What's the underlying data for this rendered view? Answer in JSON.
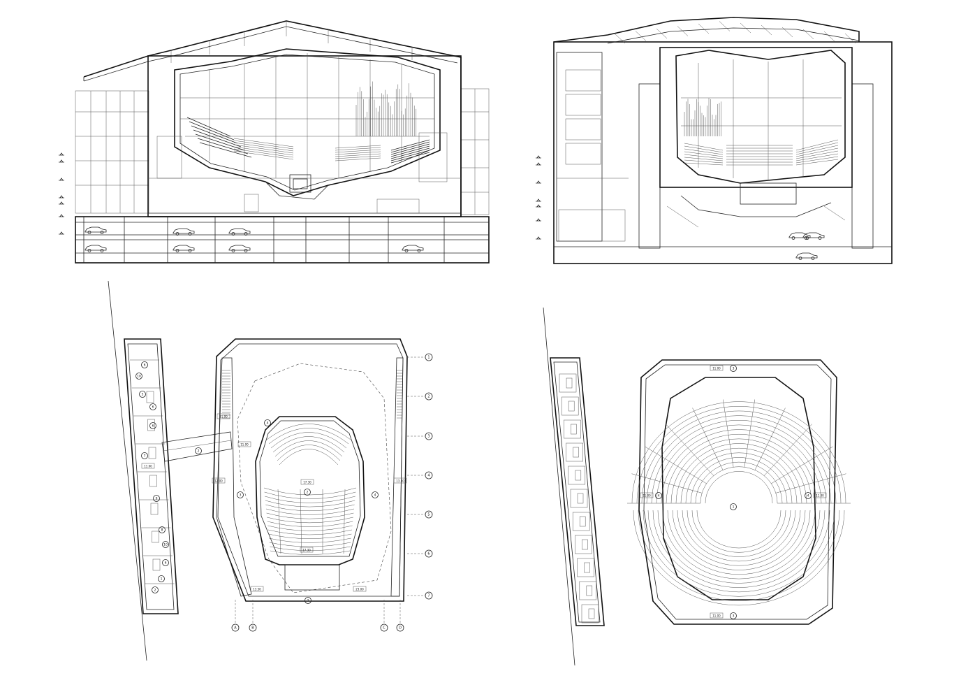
{
  "drawings": [
    {
      "id": "longitudinal-section",
      "type": "section"
    },
    {
      "id": "transverse-section",
      "type": "section"
    },
    {
      "id": "foyer-level-plan",
      "type": "plan"
    },
    {
      "id": "balcony-level-plan",
      "type": "plan"
    }
  ],
  "grid_axes": {
    "letters": [
      "A",
      "B",
      "C",
      "D"
    ],
    "numbers": [
      "1",
      "2",
      "3",
      "4",
      "5",
      "6",
      "7"
    ]
  },
  "plan_1": {
    "rooms": [
      "6",
      "10",
      "5",
      "6",
      "6",
      "7",
      "9",
      "8",
      "10",
      "6",
      "1",
      "2",
      "2",
      "3",
      "4",
      "4",
      "2"
    ],
    "areas": [
      "11.00",
      "11.00",
      "11.00",
      "12.00",
      "13.50",
      "17.30",
      "17.30",
      "13.50",
      "23.00"
    ]
  },
  "plan_2": {
    "rooms": [
      "3",
      "4",
      "4",
      "1",
      "3"
    ],
    "areas": [
      "11.00",
      "11.00",
      "11.00",
      "11.00"
    ]
  }
}
